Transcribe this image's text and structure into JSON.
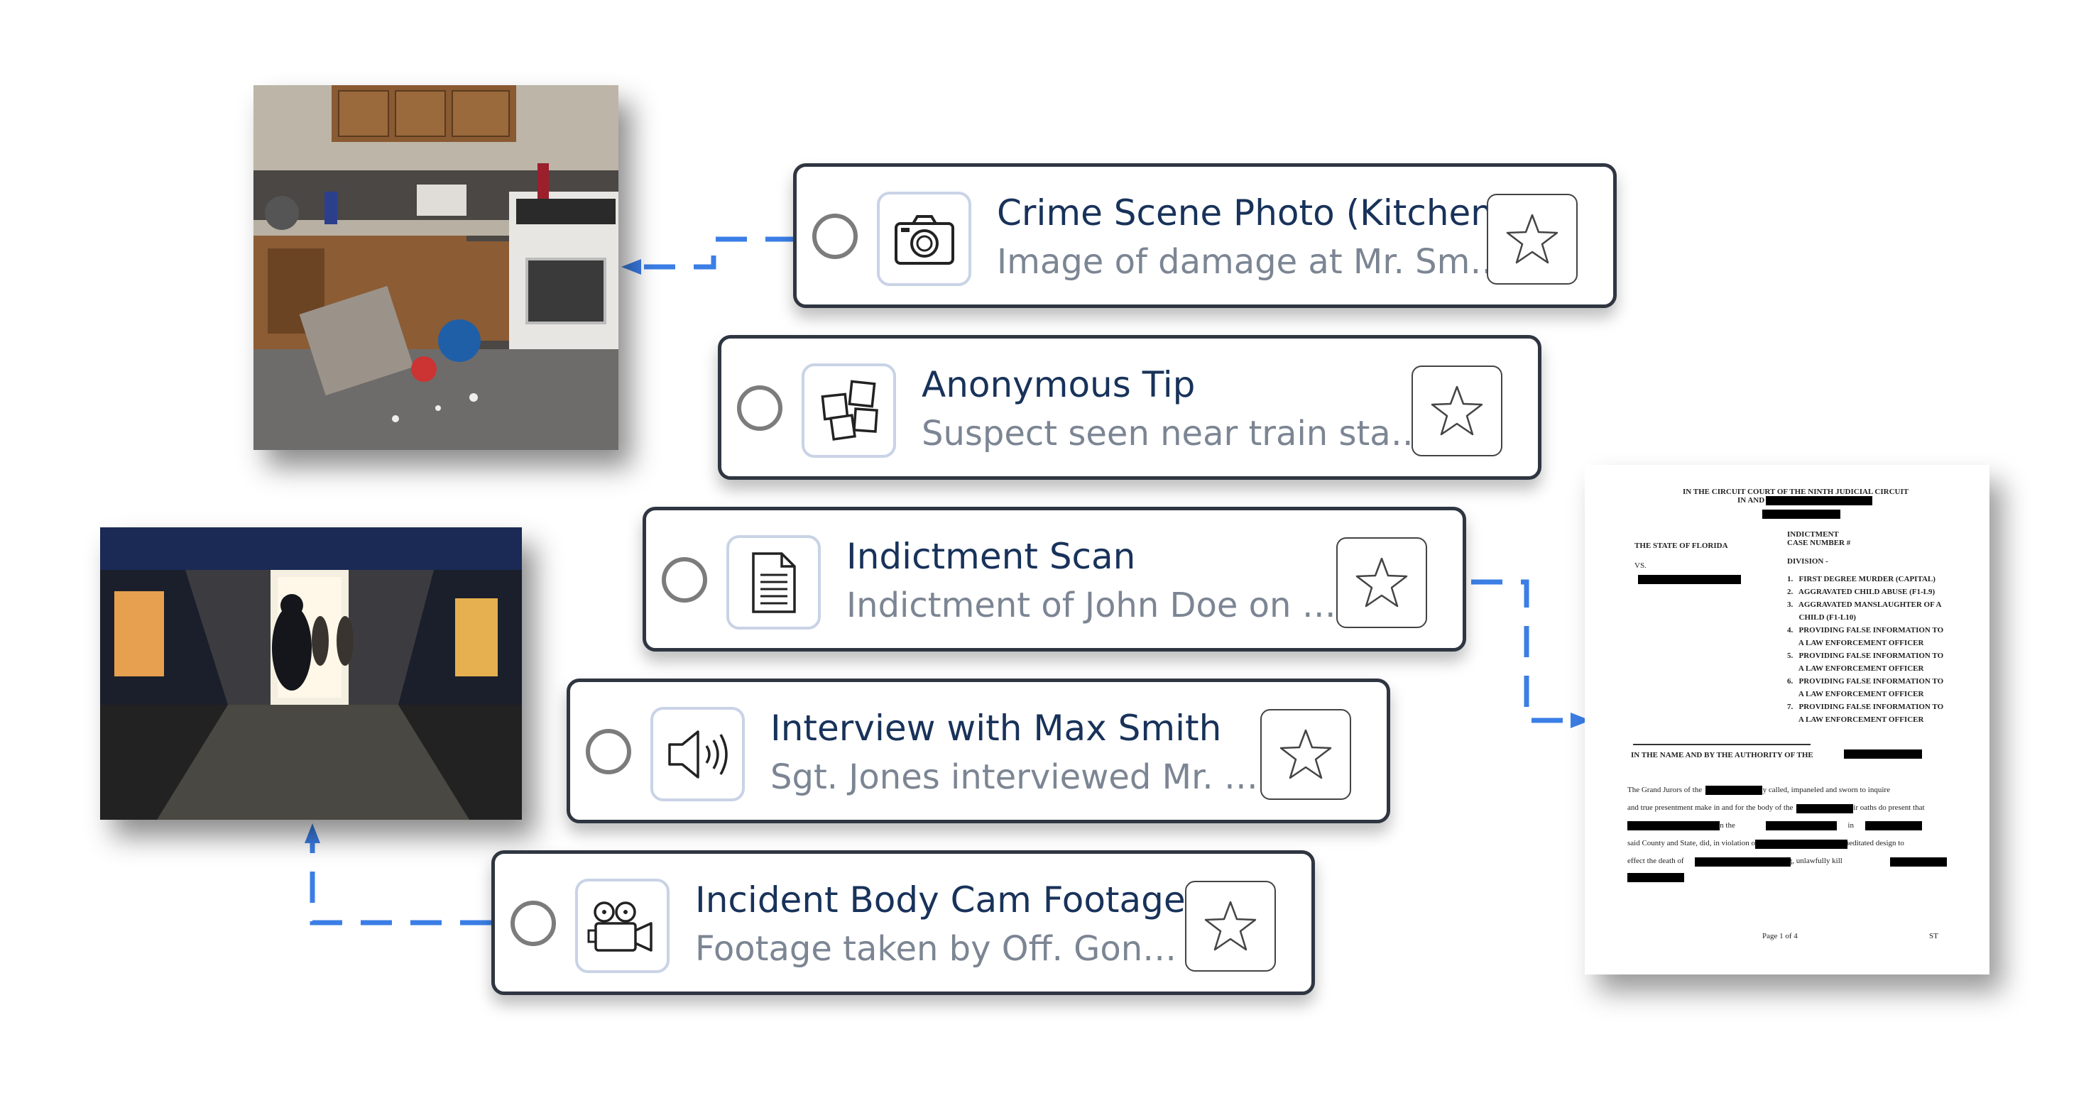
{
  "evidence": [
    {
      "title": "Crime Scene Photo (Kitchen)",
      "desc": "Image of damage at Mr. Sm…",
      "icon": "camera-icon"
    },
    {
      "title": "Anonymous Tip",
      "desc": "Suspect seen near train sta…",
      "icon": "notes-icon"
    },
    {
      "title": "Indictment Scan",
      "desc": "Indictment of John Doe on …",
      "icon": "document-icon"
    },
    {
      "title": "Interview with Max Smith",
      "desc": "Sgt. Jones interviewed Mr. …",
      "icon": "speaker-icon"
    },
    {
      "title": "Incident Body Cam Footage",
      "desc": "Footage taken by Off. Gon…",
      "icon": "video-camera-icon"
    }
  ],
  "colors": {
    "card_border": "#2f3642",
    "title": "#18325a",
    "desc": "#7c8593",
    "connector": "#3b7ee6"
  },
  "document": {
    "court_line1": "IN THE CIRCUIT COURT OF THE NINTH JUDICIAL CIRCUIT",
    "court_line2": "IN AND FOR",
    "state": "THE STATE OF FLORIDA",
    "vs": "VS.",
    "indictment": "INDICTMENT",
    "case_number": "CASE NUMBER #",
    "division": "DIVISION -",
    "charges": [
      "1.   FIRST DEGREE MURDER (CAPITAL)",
      "2.   AGGRAVATED CHILD ABUSE (F1-L9)",
      "3.   AGGRAVATED MANSLAUGHTER OF A",
      "      CHILD (F1-L10)",
      "4.   PROVIDING FALSE INFORMATION TO",
      "      A LAW ENFORCEMENT OFFICER",
      "5.   PROVIDING FALSE INFORMATION TO",
      "      A LAW ENFORCEMENT OFFICER",
      "6.   PROVIDING FALSE INFORMATION TO",
      "      A LAW ENFORCEMENT OFFICER",
      "7.   PROVIDING FALSE INFORMATION TO",
      "      A LAW ENFORCEMENT OFFICER"
    ],
    "authority": "IN THE NAME AND BY THE AUTHORITY OF THE",
    "body": [
      "The Grand Jurors of the                          duly called, impaneled and sworn to inquire",
      "and true presentment make in and for the body of the                 upon their oaths do present that",
      "                                    between the                       and the                       in",
      "said County and State, did, in violation of                           from a premeditated design to",
      "effect the death of                              , a human being, unlawfully kill"
    ],
    "page": "Page 1 of 4",
    "initials": "ST"
  }
}
